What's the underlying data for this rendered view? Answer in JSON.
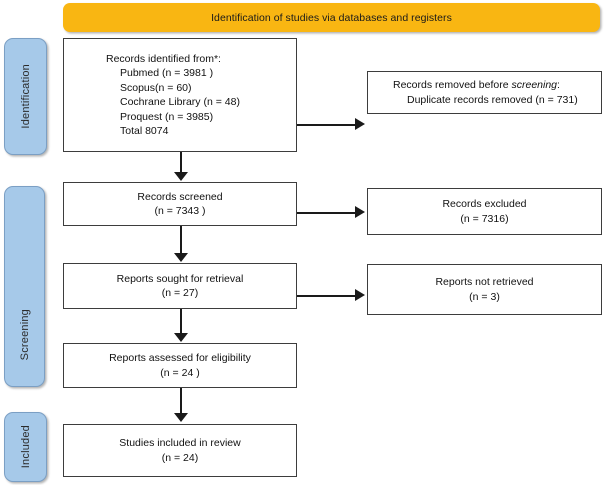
{
  "banner": {
    "title": "Identification of studies via databases and registers"
  },
  "stages": [
    {
      "key": "identification",
      "label": "Identification"
    },
    {
      "key": "screening",
      "label": "Screening"
    },
    {
      "key": "included",
      "label": "Included"
    }
  ],
  "boxes": {
    "identified": {
      "heading": "Records identified from*:",
      "sources": [
        {
          "name": "Pubmed",
          "count_text": "(n = 3981 )"
        },
        {
          "name": "Scopus",
          "count_text": "(n = 60)"
        },
        {
          "name": "Cochrane Library",
          "count_text": "(n = 48)"
        },
        {
          "name": "Proquest",
          "count_text": "(n = 3985)"
        }
      ],
      "total": "Total 8074",
      "lines": [
        "Records identified from*:",
        "Pubmed (n = 3981 )",
        "Scopus(n = 60)",
        "Cochrane Library (n = 48)",
        "Proquest (n = 3985)",
        "Total 8074"
      ]
    },
    "removed": {
      "line1_pre": "Records removed before ",
      "line1_ital": "screening",
      "line1_post": ":",
      "line2": "Duplicate records removed  (n = 731)"
    },
    "screened": {
      "line1": "Records screened",
      "line2": "(n = 7343 )"
    },
    "excluded": {
      "line1": "Records excluded",
      "line2": "(n = 7316)"
    },
    "sought": {
      "line1": "Reports sought for retrieval",
      "line2": "(n = 27)"
    },
    "not_retrieved": {
      "line1": "Reports not retrieved",
      "line2": "(n = 3)"
    },
    "assessed": {
      "line1": "Reports assessed for eligibility",
      "line2": "(n = 24 )"
    },
    "included": {
      "line1": "Studies included in review",
      "line2": "(n = 24)"
    }
  },
  "colors": {
    "banner": "#f9b612",
    "stage_bar": "#a6c9e9",
    "stage_border": "#7b9fc4",
    "box_border": "#3d3d3d",
    "connector": "#1a1a1a",
    "text": "#111111"
  }
}
